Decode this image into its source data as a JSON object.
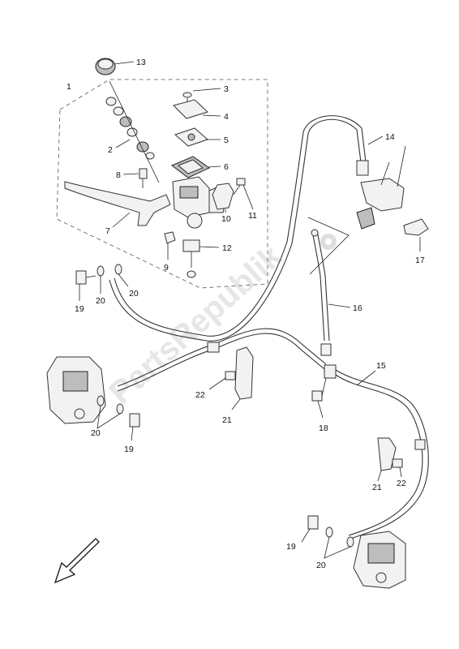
{
  "watermark": "PartsRepublik",
  "labels": {
    "p1": "1",
    "p2": "2",
    "p3": "3",
    "p4": "4",
    "p5": "5",
    "p6": "6",
    "p7": "7",
    "p8": "8",
    "p9": "9",
    "p10": "10",
    "p11": "11",
    "p12": "12",
    "p13": "13",
    "p14": "14",
    "p15": "15",
    "p16": "16",
    "p17": "17",
    "p18": "18",
    "p19a": "19",
    "p19b": "19",
    "p19c": "19",
    "p20a": "20",
    "p20b": "20",
    "p20c": "20",
    "p20d": "20",
    "p21a": "21",
    "p21b": "21",
    "p22a": "22",
    "p22b": "22"
  },
  "icons": {
    "direction_arrow": "front-direction-arrow-icon",
    "watermark_gear": "gear-icon"
  }
}
